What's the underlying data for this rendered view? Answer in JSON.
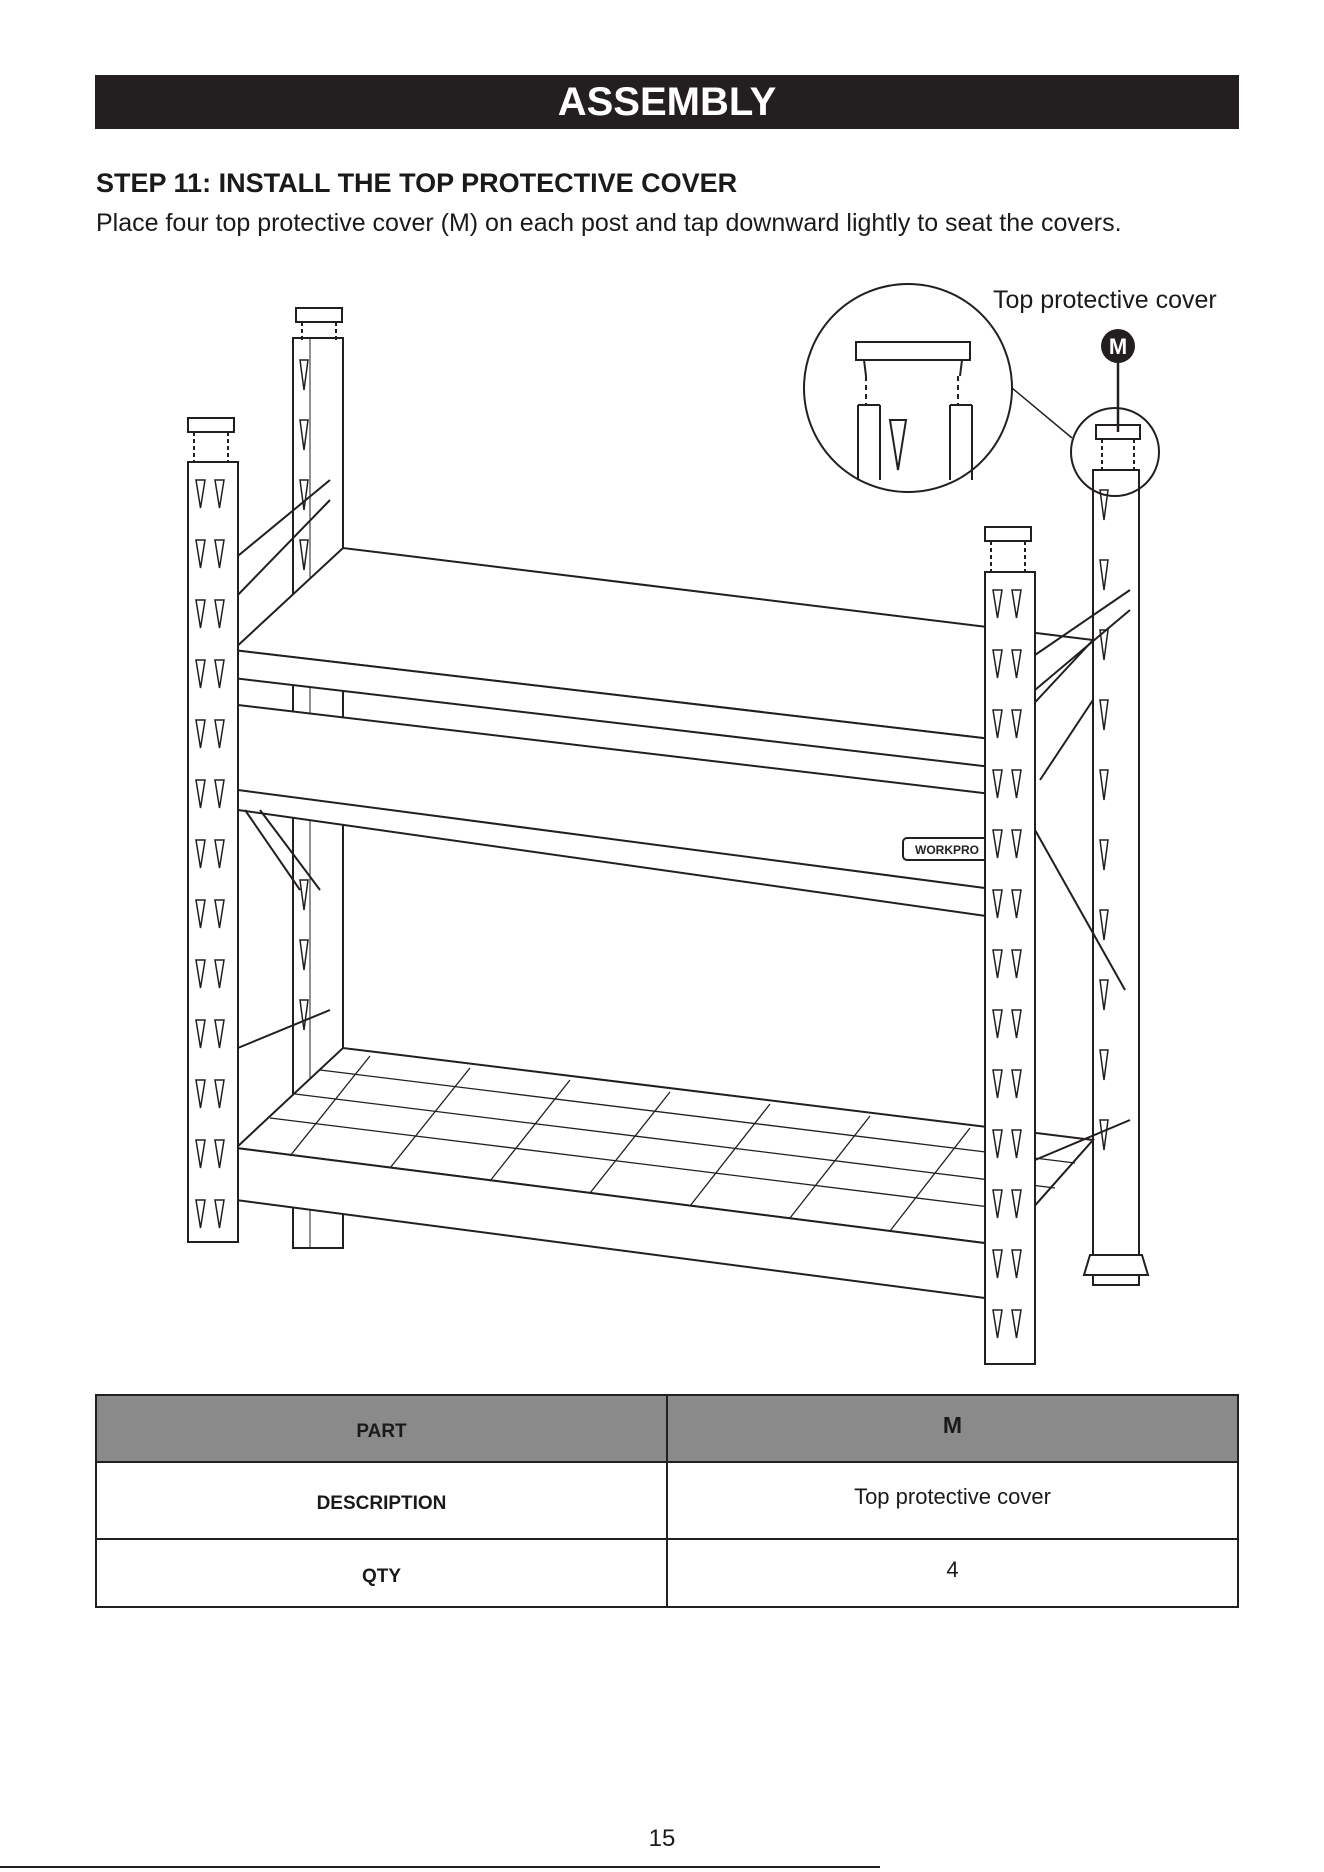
{
  "header": {
    "title": "ASSEMBLY"
  },
  "step": {
    "title": "STEP 11: INSTALL THE TOP PROTECTIVE COVER",
    "instructions": "Place four top protective cover (M) on each post and tap downward lightly to seat the covers."
  },
  "illustration": {
    "callout_label": "Top protective cover",
    "part_badge": "M",
    "brand_label": "WORKPRO"
  },
  "parts_table": {
    "headers": [
      "PART",
      "M"
    ],
    "rows": [
      {
        "label": "DESCRIPTION",
        "value": "Top protective cover"
      },
      {
        "label": "QTY",
        "value": "4"
      }
    ]
  },
  "footer": {
    "page_number": "15"
  }
}
